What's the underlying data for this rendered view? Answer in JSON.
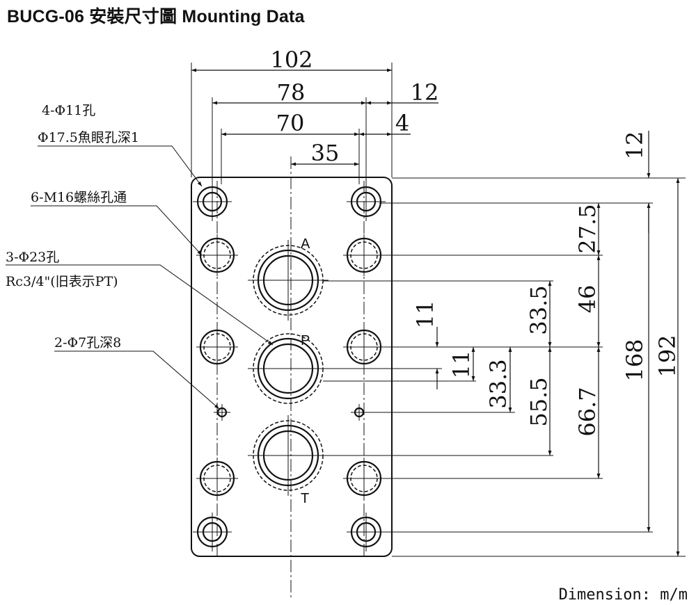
{
  "title": "BUCG-06 安裝尺寸圖 Mounting Data",
  "callouts": {
    "bolt_holes": "4-Φ11孔",
    "counterbore": "Φ17.5魚眼孔深1",
    "thread_holes": "6-M16螺絲孔通",
    "port_holes": "3-Φ23孔",
    "port_thread": "Rc3/4\"(旧表示PT)",
    "pin_holes": "2-Φ7孔深8"
  },
  "ports": {
    "a": "A",
    "p": "P",
    "t": "T"
  },
  "dimensions": {
    "d102": "102",
    "d78": "78",
    "d70": "70",
    "d35": "35",
    "d12_top": "12",
    "d4": "4",
    "d12_right": "12",
    "d27_5": "27.5",
    "d46": "46",
    "d33_5": "33.5",
    "d11_a": "11",
    "d11_b": "11",
    "d33_3": "33.3",
    "d55_5": "55.5",
    "d66_7": "66.7",
    "d168": "168",
    "d192": "192"
  },
  "footer": "Dimension: m/m"
}
